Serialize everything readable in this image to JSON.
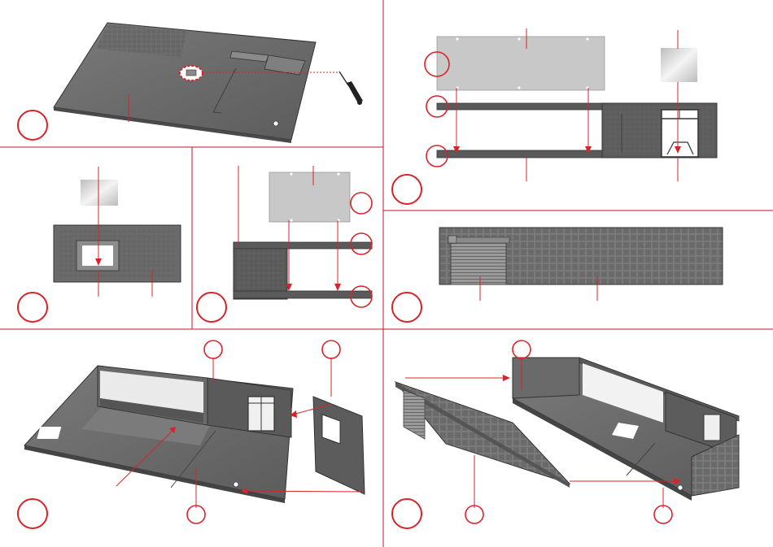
{
  "colors": {
    "divider": "#c8102e",
    "callout": "#d8232a",
    "part_dark": "#5a5a5a",
    "part_mid": "#6e6e6e",
    "part_light": "#9a9a9a",
    "glass": "#cfd0d2",
    "outline": "#222222"
  },
  "steps": [
    {
      "id": "step-1",
      "title": ""
    },
    {
      "id": "step-2",
      "title": ""
    },
    {
      "id": "step-3",
      "title": ""
    },
    {
      "id": "step-4",
      "title": ""
    },
    {
      "id": "step-5",
      "title": ""
    },
    {
      "id": "step-6",
      "title": ""
    },
    {
      "id": "step-7",
      "title": ""
    },
    {
      "id": "step-8",
      "title": ""
    }
  ],
  "icons": {
    "tool": "craft-knife-icon"
  }
}
